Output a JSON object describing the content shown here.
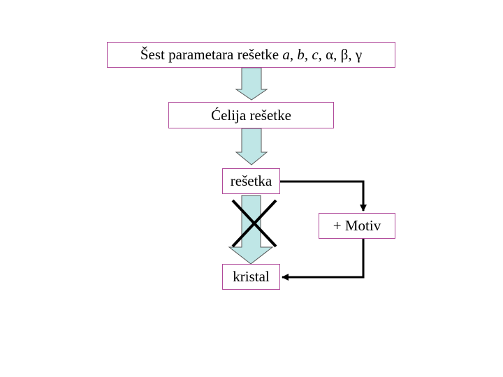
{
  "diagram": {
    "boxes": {
      "params": {
        "prefix": "Šest parametara rešetke ",
        "a": "a",
        "sep1": ", ",
        "b": "b",
        "sep2": ", ",
        "c": "c",
        "sep3": ", ",
        "alpha": "α",
        "sep4": ", ",
        "beta": "β",
        "sep5": ", ",
        "gamma": "γ"
      },
      "cell": "Ćelija rešetke",
      "lattice": "rešetka",
      "motif": "+ Motiv",
      "crystal": "kristal"
    },
    "colors": {
      "box_border": "#b04a9a",
      "arrow_fill": "#bfe6e6",
      "arrow_stroke": "#555555",
      "connector": "#000000",
      "cross": "#000000"
    }
  }
}
